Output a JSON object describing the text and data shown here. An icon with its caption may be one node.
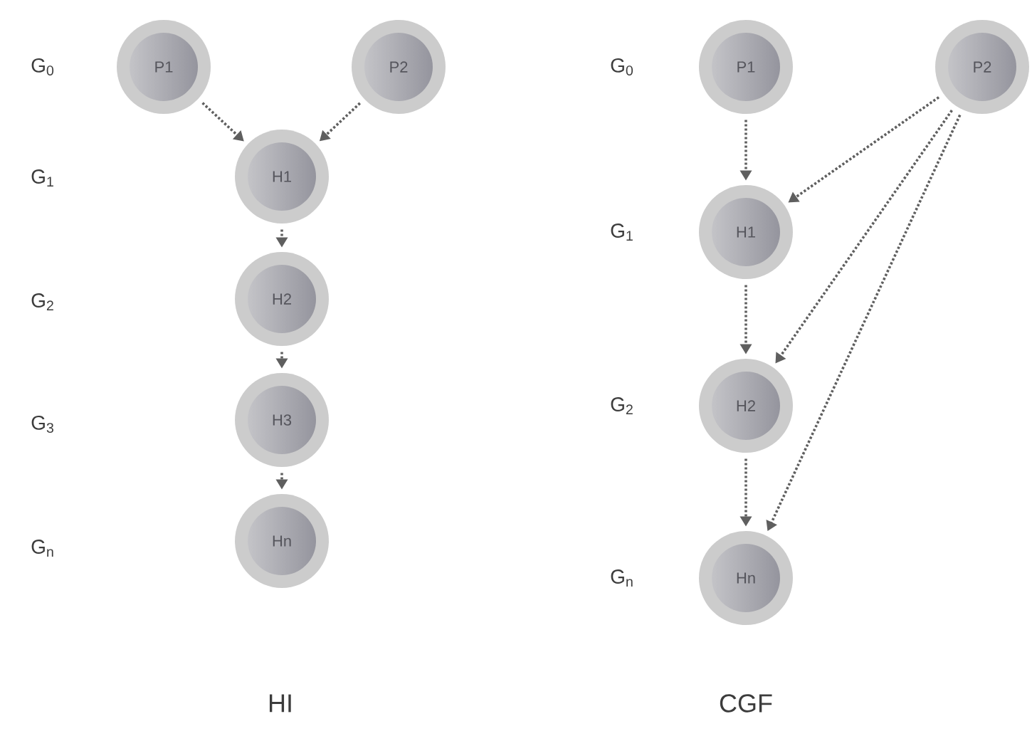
{
  "diagram": {
    "nodes": [
      {
        "text": [
          "P1"
        ]
      },
      {
        "text": [
          "P2"
        ]
      },
      {
        "text": [
          "H1"
        ]
      },
      {
        "text": [
          "H2"
        ]
      },
      {
        "text": [
          "H3"
        ]
      },
      {
        "text": [
          "Hn"
        ]
      },
      {
        "text": [
          "P1"
        ]
      },
      {
        "text": [
          "P2"
        ]
      },
      {
        "text": [
          "H1"
        ]
      },
      {
        "text": [
          "H2"
        ]
      },
      {
        "text": [
          "Hn"
        ]
      }
    ],
    "edges": [
      {
        "from": 0,
        "to": 2,
        "arrow": "to"
      },
      {
        "from": 1,
        "to": 2,
        "arrow": "to"
      },
      {
        "from": 2,
        "to": 3,
        "arrow": "to"
      },
      {
        "from": 3,
        "to": 4,
        "arrow": "to"
      },
      {
        "from": 4,
        "to": 5,
        "arrow": "to"
      },
      {
        "from": 6,
        "to": 8,
        "arrow": "to"
      },
      {
        "from": 7,
        "to": 8,
        "arrow": "to"
      },
      {
        "from": 8,
        "to": 9,
        "arrow": "to"
      },
      {
        "from": 7,
        "to": 9,
        "arrow": "to"
      },
      {
        "from": 9,
        "to": 10,
        "arrow": "to"
      },
      {
        "from": 7,
        "to": 10,
        "arrow": "to"
      }
    ],
    "labels": [
      "G$_{0}$",
      "G$_{0}$",
      "G$_{1}$",
      "G$_{2}$",
      "G$_{3}$",
      "G$_{1}$",
      "G$_{2}$",
      "G$_{n}$",
      "G$_{n}$",
      "HI",
      "CGF"
    ]
  }
}
